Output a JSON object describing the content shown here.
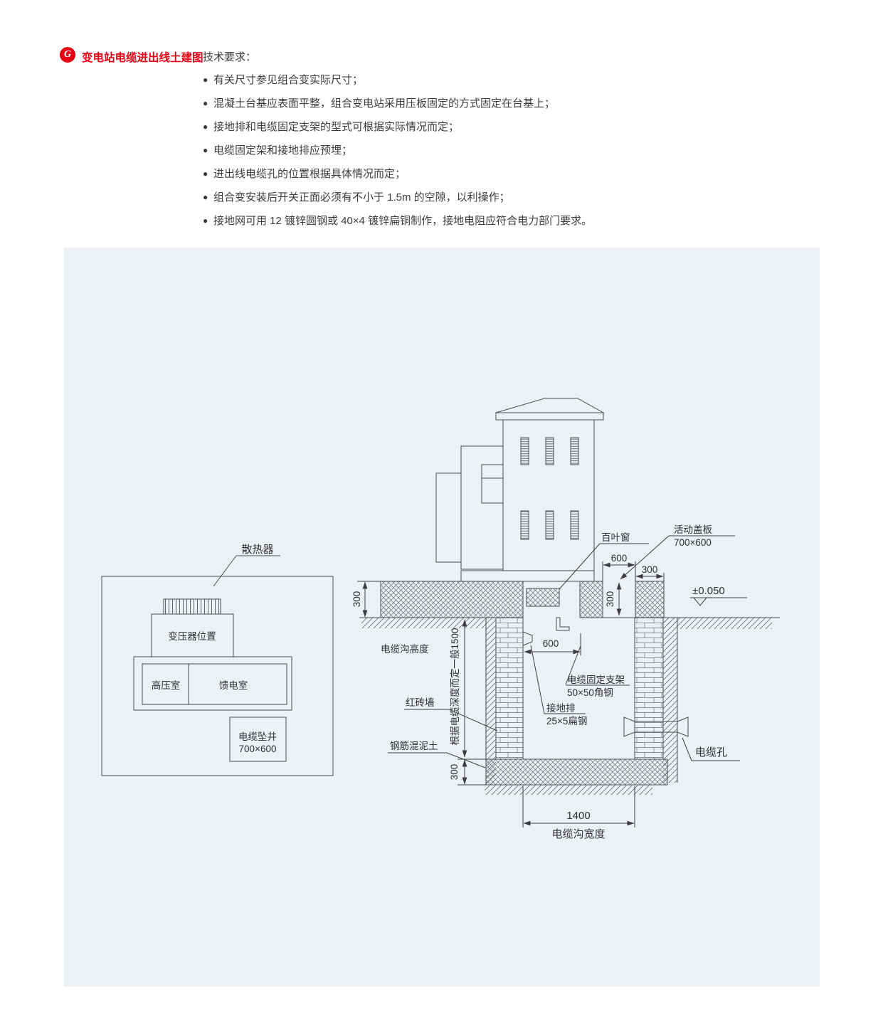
{
  "header": {
    "icon_glyph": "G",
    "title": "变电站电缆进出线土建图",
    "subtitle": "技术要求：",
    "bullet_glyph": "●",
    "accent_color": "#e60012",
    "bullets": [
      "有关尺寸参见组合变实际尺寸；",
      "混凝土台基应表面平整，组合变电站采用压板固定的方式固定在台基上；",
      "接地排和电缆固定支架的型式可根据实际情况而定；",
      "电缆固定架和接地排应预埋；",
      "进出线电缆孔的位置根据具体情况而定；",
      "组合变安装后开关正面必须有不小于 1.5m 的空隙，以利操作；",
      "接地网可用 12 镀锌圆钢或 40×4 镀锌扁铜制作，接地电阻应符合电力部门要求。"
    ]
  },
  "diagram": {
    "panel_bg": "#edf1f6",
    "plan": {
      "radiator": "散热器",
      "transformer": "变压器位置",
      "hv_room": "高压室",
      "feeder_room": "馈电室",
      "cable_shaft_line1": "电缆坠井",
      "cable_shaft_line2": "700×600"
    },
    "section": {
      "louver": "百叶窗",
      "cover_line1": "活动盖板",
      "cover_line2": "700×600",
      "dim_600_top": "600",
      "dim_300_top": "300",
      "dim_300_vert": "300",
      "level_mark": "±0.050",
      "dim_300_left": "300",
      "trench_height": "电缆沟高度",
      "depth_note": "根据电缆深度而定一般1500",
      "brick_wall": "红砖墙",
      "concrete": "钢筋混泥土",
      "dim_300_bottom": "300",
      "dim_600_trench": "600",
      "bracket_line1": "电缆固定支架",
      "bracket_line2": "50×50角钢",
      "ground_bar_line1": "接地排",
      "ground_bar_line2": "25×5扁钢",
      "cable_hole": "电缆孔",
      "dim_1400": "1400",
      "trench_width": "电缆沟宽度"
    }
  }
}
